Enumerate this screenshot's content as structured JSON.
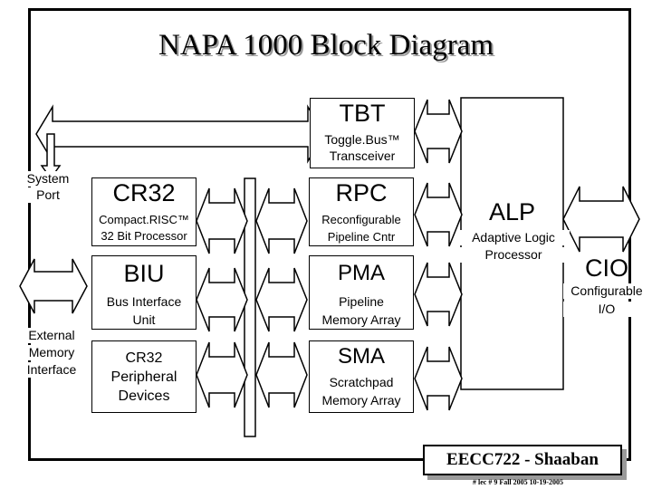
{
  "title": "NAPA 1000 Block Diagram",
  "tbt": {
    "name": "TBT",
    "desc_line1": "Toggle.Bus™",
    "desc_line2": "Transceiver"
  },
  "system_port": {
    "line1": "System",
    "line2": "Port"
  },
  "external_memory": {
    "line1": "External",
    "line2": "Memory",
    "line3": "Interface"
  },
  "cr32": {
    "name": "CR32",
    "desc_line1": "Compact.RISC™",
    "desc_line2": "32 Bit Processor"
  },
  "rpc": {
    "name": "RPC",
    "desc_line1": "Reconfigurable",
    "desc_line2": "Pipeline Cntr"
  },
  "biu": {
    "name": "BIU",
    "desc_line1": "Bus Interface",
    "desc_line2": "Unit"
  },
  "pma": {
    "name": "PMA",
    "desc_line1": "Pipeline",
    "desc_line2": "Memory Array"
  },
  "peripheral": {
    "line1": "CR32",
    "line2": "Peripheral",
    "line3": "Devices"
  },
  "sma": {
    "name": "SMA",
    "desc_line1": "Scratchpad",
    "desc_line2": "Memory Array"
  },
  "alp": {
    "name": "ALP",
    "desc_line1": "Adaptive Logic",
    "desc_line2": "Processor"
  },
  "cio": {
    "name": "CIO",
    "desc_line1": "Configurable",
    "desc_line2": "I/O"
  },
  "footer": {
    "course": "EECC722 - Shaaban",
    "meta": "#  lec # 9     Fall 2005   10-19-2005"
  }
}
